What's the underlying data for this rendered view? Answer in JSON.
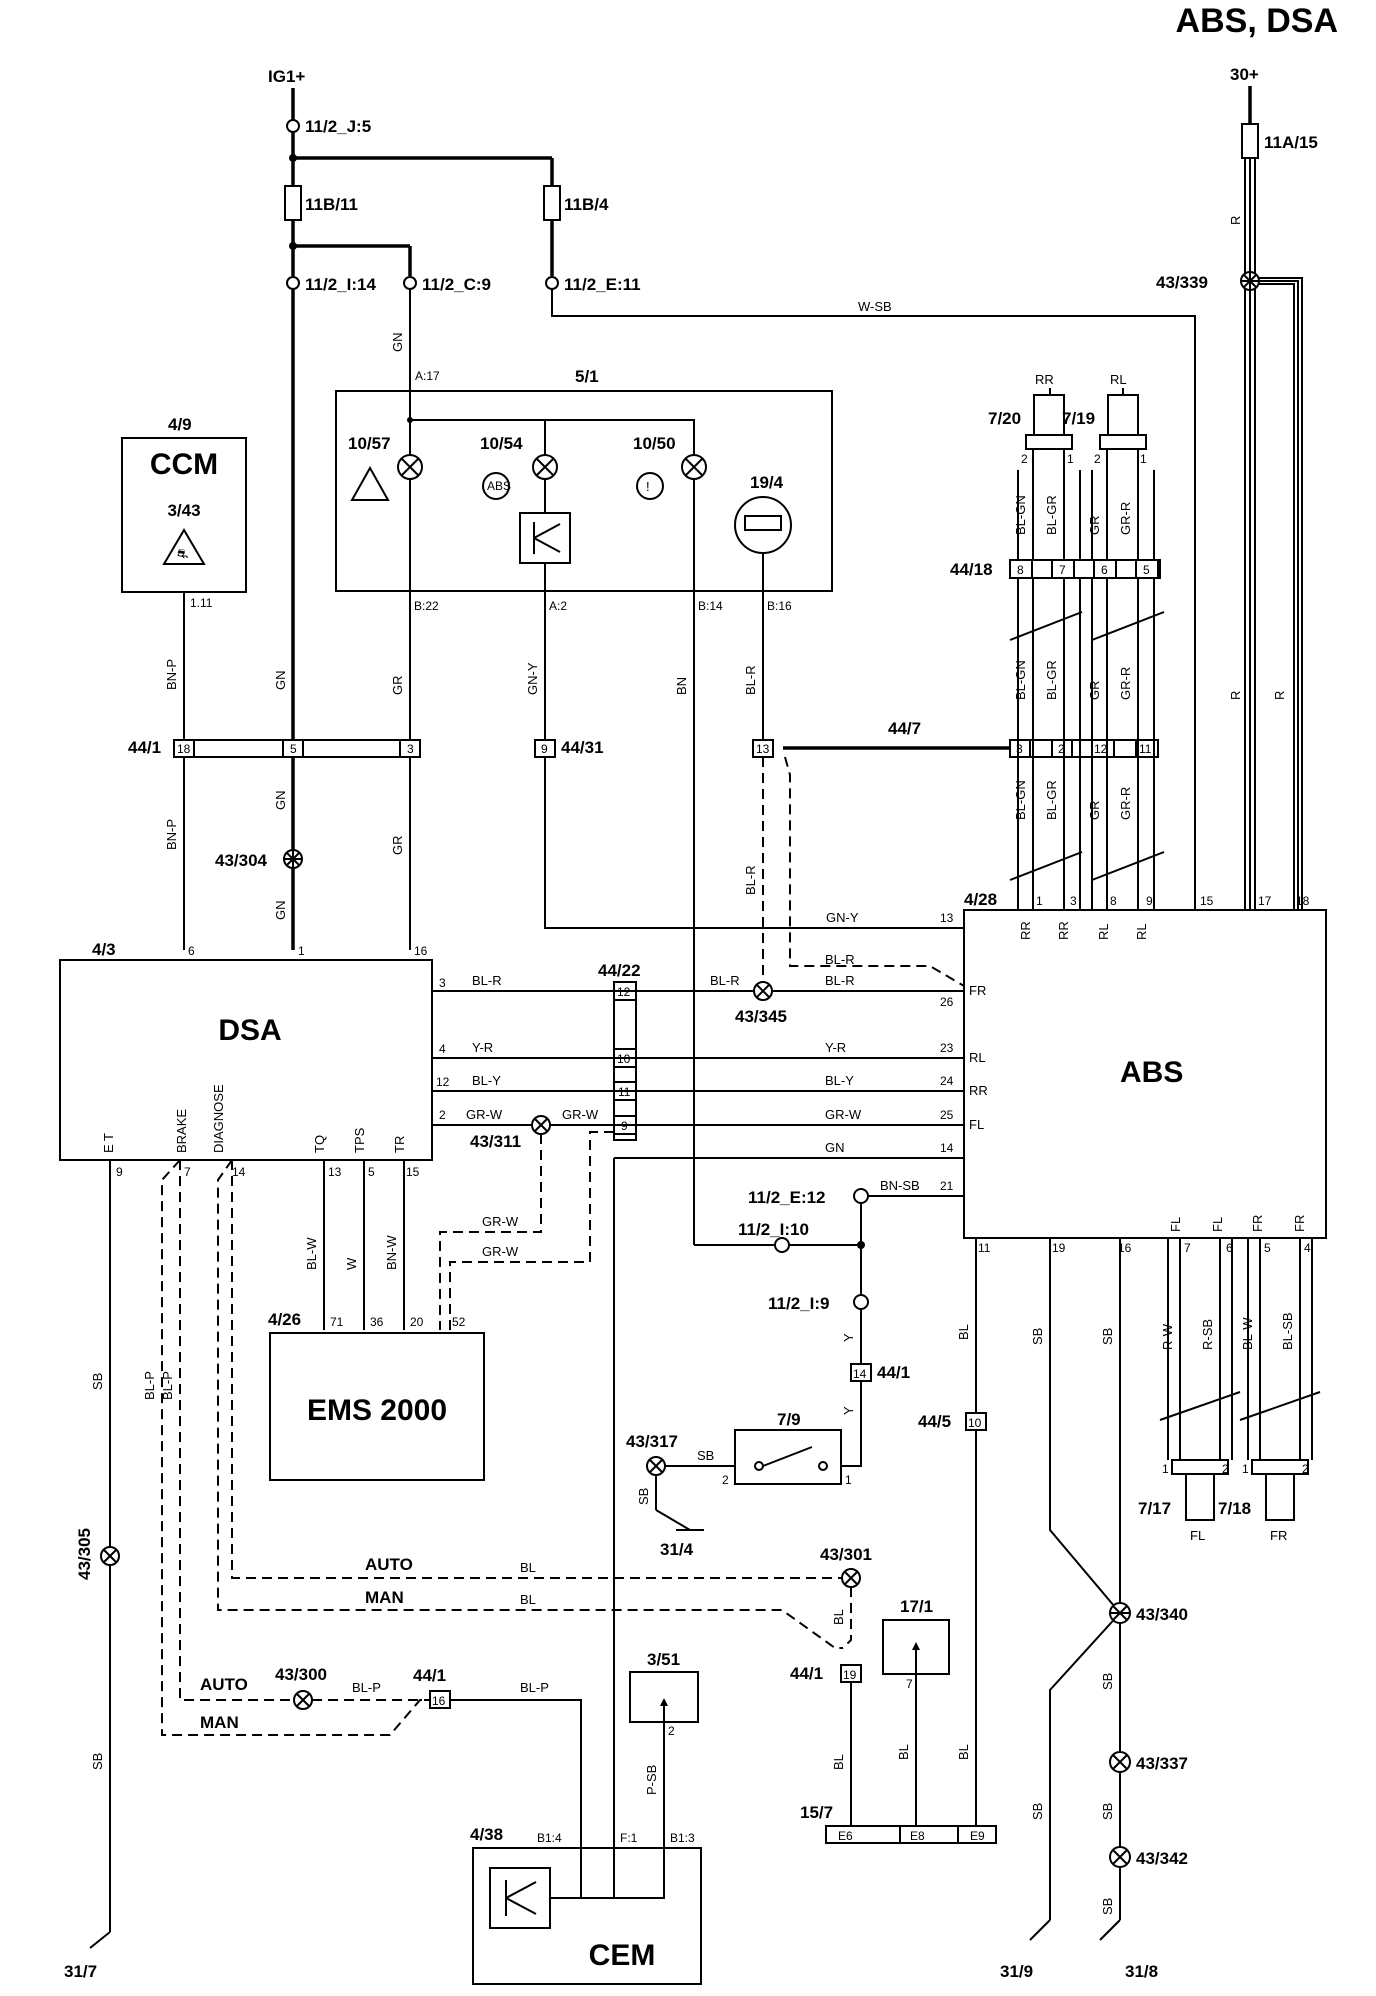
{
  "title": "ABS, DSA",
  "supplies": {
    "ig1": "IG1+",
    "b30": "30+"
  },
  "fuses": {
    "f11b11": "11B/11",
    "f11b4": "11B/4",
    "f11a15": "11A/15"
  },
  "splices": {
    "s11_2_j5": "11/2_J:5",
    "s11_2_i14": "11/2_I:14",
    "s11_2_c9": "11/2_C:9",
    "s11_2_e11": "11/2_E:11",
    "s11_2_e12": "11/2_E:12",
    "s11_2_i10": "11/2_I:10",
    "s11_2_i9": "11/2_I:9"
  },
  "grounds": {
    "g43_339": "43/339",
    "g43_304": "43/304",
    "g43_345": "43/345",
    "g43_311": "43/311",
    "g43_305": "43/305",
    "g43_317": "43/317",
    "g43_301": "43/301",
    "g43_300": "43/300",
    "g43_340": "43/340",
    "g43_337": "43/337",
    "g43_342": "43/342",
    "e31_4": "31/4",
    "e31_7": "31/7",
    "e31_9": "31/9",
    "e31_8": "31/8"
  },
  "components": {
    "ccm_ref": "4/9",
    "ccm": "CCM",
    "ccm_sub": "3/43",
    "ccm_pin": "1.11",
    "panel_ref": "5/1",
    "l1057": "10/57",
    "l1054": "10/54",
    "l1050": "10/50",
    "g194": "19/4",
    "dsa_ref": "4/3",
    "dsa": "DSA",
    "abs_ref": "4/28",
    "abs": "ABS",
    "ems_ref": "4/26",
    "ems": "EMS 2000",
    "cem_ref": "4/38",
    "cem": "CEM",
    "s79": "7/9",
    "s351": "3/51",
    "s171": "17/1",
    "sens720": "7/20",
    "sens719": "7/19",
    "sens717": "7/17",
    "sens718": "7/18",
    "c44_18": "44/18",
    "c44_1": "44/1",
    "c44_31": "44/31",
    "c44_7": "44/7",
    "c44_22": "44/22",
    "c44_5": "44/5",
    "c44_1b": "44/1",
    "c44_1c": "44/1",
    "c44_1d": "44/1",
    "c15_7": "15/7"
  },
  "dsa_pins": {
    "et": "E T",
    "brake": "BRAKE",
    "diagnose": "DIAGNOSE",
    "tq": "TQ",
    "tps": "TPS",
    "tr": "TR"
  },
  "labels": {
    "auto": "AUTO",
    "man": "MAN",
    "auto2": "AUTO",
    "man2": "MAN",
    "rr": "RR",
    "rl": "RL",
    "fl": "FL",
    "fr": "FR"
  },
  "wires": {
    "gn": "GN",
    "wsb": "W-SB",
    "r": "R",
    "bnp": "BN-P",
    "gr": "GR",
    "gny": "GN-Y",
    "bn": "BN",
    "blr": "BL-R",
    "blgn": "BL-GN",
    "blgr": "BL-GR",
    "grr": "GR-R",
    "yr": "Y-R",
    "bly": "BL-Y",
    "grw": "GR-W",
    "bnsb": "BN-SB",
    "blw": "BL-W",
    "w": "W",
    "bnw": "BN-W",
    "y": "Y",
    "sb": "SB",
    "bl": "BL",
    "blp": "BL-P",
    "psb": "P-SB",
    "rw": "R-W",
    "rsb": "R-SB",
    "blsb": "BL-SB"
  }
}
